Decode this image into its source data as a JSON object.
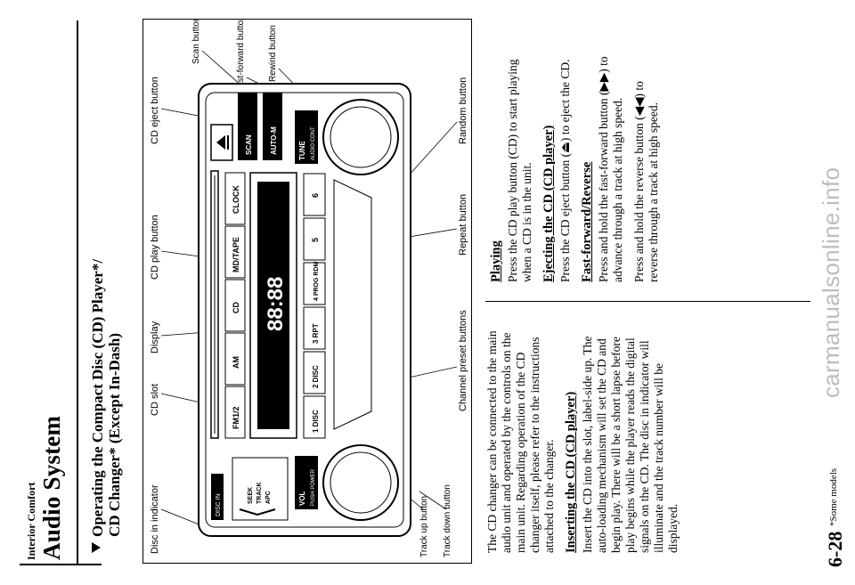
{
  "header": {
    "section": "Interior Comfort",
    "title": "Audio System"
  },
  "main_heading": {
    "line1": "Operating the Compact Disc (CD) Player*/",
    "line2": "CD Changer* (Except In-Dash)"
  },
  "figure": {
    "callouts": {
      "disc_in_indicator": "Disc in indicator",
      "cd_slot": "CD slot",
      "display": "Display",
      "cd_play_button": "CD play button",
      "cd_eject_button": "CD eject button",
      "scan_button": "Scan button",
      "fast_forward_button": "Fast-forward button",
      "rewind_button": "Rewind button",
      "random_button": "Random button",
      "repeat_button": "Repeat button",
      "channel_preset_buttons": "Channel preset buttons",
      "track_up_button": "Track up button",
      "track_down_button": "Track down button"
    },
    "unit": {
      "fm": "FM1/2",
      "am": "AM",
      "cd": "CD",
      "mdtape": "MD/TAPE",
      "clock": "CLOCK",
      "scan": "SCAN",
      "automm": "AUTO-M",
      "tune": "TUNE",
      "audiocont": "AUDIO CONT",
      "vol": "VOL",
      "power": "PUSH POWER",
      "discin": "DISC IN",
      "seek": "SEEK",
      "track": "TRACK",
      "apc": "APC",
      "preset1": "1 DISC",
      "preset2": "2 DISC",
      "preset3": "3 RPT",
      "preset4": "4 PROG RDM",
      "preset5": "5",
      "preset6": "6",
      "display_digits": "88:88"
    }
  },
  "col_left": {
    "intro": "The CD changer can be connected to the main audio unit and operated by the controls on the main unit. Regarding operation of the CD changer itself, please refer to the instructions attached to the changer.",
    "inserting_heading": "Inserting the CD (CD player)",
    "inserting_body": "Insert the CD into the slot, label-side up. The auto-loading mechanism will set the CD and begin play. There will be a short lapse before play begins while the player reads the digital signals on the CD. The disc in indicator will illuminate and the track number will be displayed."
  },
  "col_right": {
    "playing_heading": "Playing",
    "playing_body": "Press the CD play button (CD) to start playing when a CD is in the unit.",
    "ejecting_heading": "Ejecting the CD (CD player)",
    "ejecting_body": "Press the CD eject button (⏏) to eject the CD.",
    "ff_heading": "Fast-forward/Reverse",
    "ff_body1": "Press and hold the fast-forward button (▶▶) to advance through a track at high speed.",
    "ff_body2": "Press and hold the reverse button (◀◀) to reverse through a track at high speed."
  },
  "footer": {
    "page": "6-28",
    "note": "*Some models",
    "watermark": "carmanualsonline.info"
  }
}
